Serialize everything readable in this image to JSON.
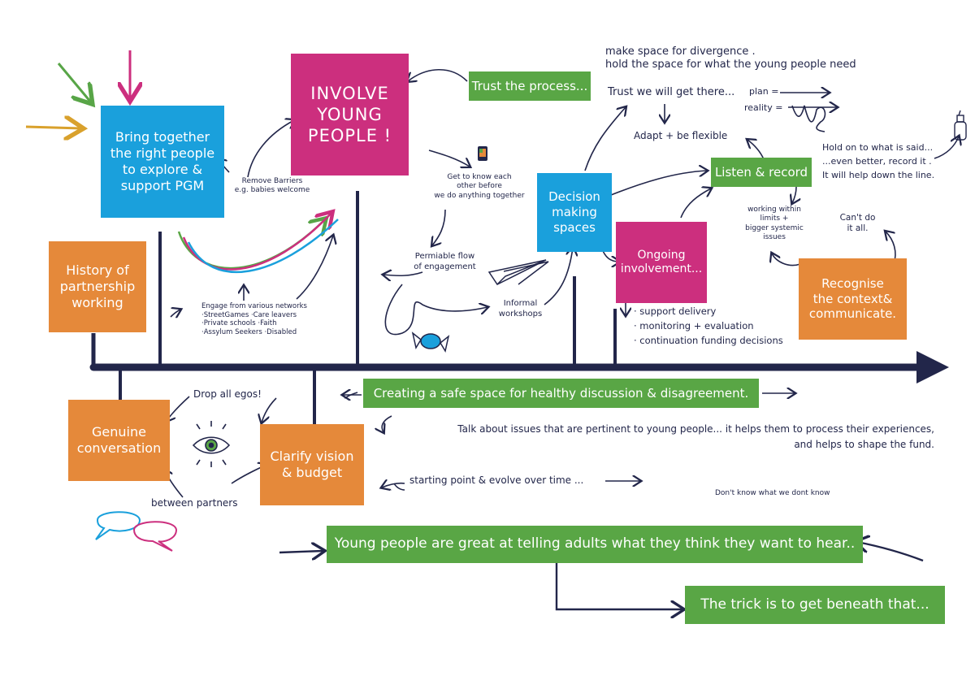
{
  "boxes": {
    "bring_together": "Bring together\nthe right people\nto explore &\nsupport PGM",
    "involve": "INVOLVE\nYOUNG\nPEOPLE !",
    "trust_process": "Trust the process...",
    "decision": "Decision\nmaking\nspaces",
    "ongoing": "Ongoing\ninvolvement...",
    "listen": "Listen & record",
    "recognise": "Recognise\nthe context&\ncommunicate.",
    "history": "History of\npartnership\nworking",
    "genuine": "Genuine\nconversation",
    "clarify": "Clarify vision\n& budget",
    "safe_space": "Creating a safe space for healthy discussion & disagreement.",
    "young_people": "Young people are great at telling adults what they think they want to hear..",
    "trick": "The trick is to get beneath that..."
  },
  "notes": {
    "remove_barriers": "Remove Barriers\ne.g. babies welcome",
    "get_to_know": "Get to know each\nother before\nwe do anything together",
    "permeable": "Permiable flow\nof engagement",
    "informal": "Informal\nworkshops",
    "engage": "Engage from various networks\n·StreetGames   ·Care leavers\n·Private schools  ·Faith\n·Assylum Seekers  ·Disabled",
    "divergence": "make space for divergence .\nhold the space for what the young people need",
    "trust_get_there": "Trust we will get there...",
    "plan": "plan =",
    "reality": "reality =",
    "adapt": "Adapt + be flexible",
    "hold_on": "Hold on to what is said...\n...even better, record it .\nIt will help down the line.",
    "working_within": "working within\nlimits +\nbigger systemic\nissues",
    "cant_do": "Can't do\nit all.",
    "ongoing_list": "· support delivery\n· monitoring + evaluation\n· continuation funding decisions",
    "drop_egos": "Drop all egos!",
    "between_partners": "between partners",
    "starting_point": "starting point & evolve over time ...",
    "dont_know": "Don't know what we dont know",
    "talk_about": "Talk about issues that are pertinent to young people... it helps them to process their experiences,\nand helps to shape the fund."
  },
  "colors": {
    "blue": "#1aa0dc",
    "pink": "#cc2f7e",
    "orange": "#e5893a",
    "green": "#59a645",
    "ink": "#22264a",
    "arrow_green": "#58a547",
    "arrow_pink": "#cc2f7e",
    "arrow_gold": "#d9a12c"
  },
  "icons": [
    "eye-icon",
    "speech-bubbles-icon",
    "paper-plane-icon",
    "candy-icon",
    "phone-icon",
    "spray-bottle-icon",
    "rising-curves-icon"
  ]
}
